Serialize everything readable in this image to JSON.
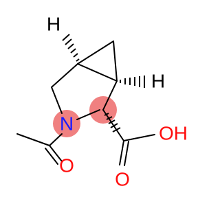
{
  "molecule": {
    "atoms": {
      "h_top": {
        "symbol": "H",
        "color": "#000000"
      },
      "h_right": {
        "symbol": "H",
        "color": "#000000"
      },
      "n": {
        "symbol": "N",
        "color": "#1a1aff"
      },
      "o_acetyl": {
        "symbol": "O",
        "color": "#ff0d0d"
      },
      "o_carbonyl": {
        "symbol": "O",
        "color": "#ff0d0d"
      },
      "oh": {
        "symbol": "OH",
        "color": "#ff0d0d"
      }
    },
    "highlight_color": "#f08080"
  }
}
